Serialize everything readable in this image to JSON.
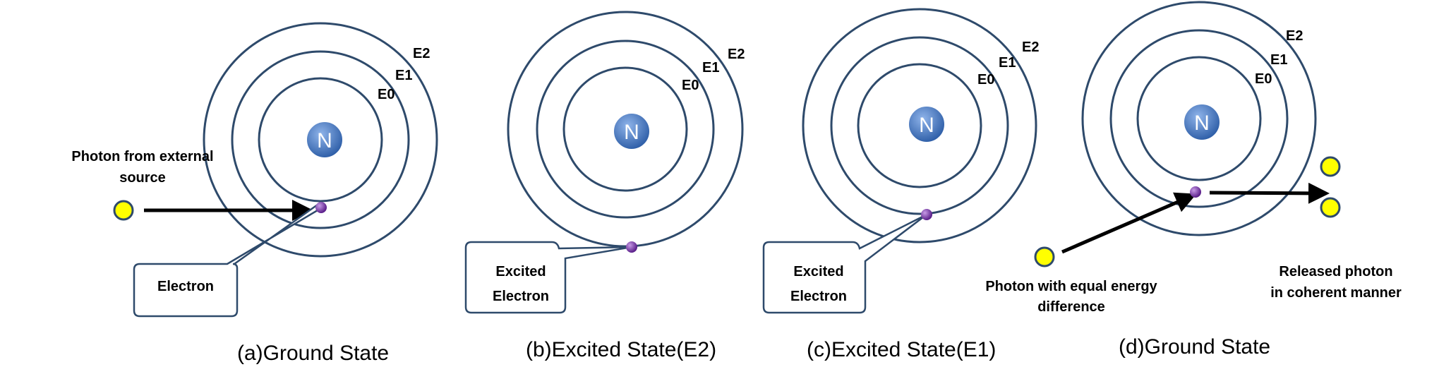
{
  "colors": {
    "orbit": "#2e4a6b",
    "nucleus": "#3d73c4",
    "photon_fill": "#ffff00",
    "photon_stroke": "#2e4a6b",
    "electron": "#6a2c9a",
    "arrow": "#000000",
    "callout_stroke": "#2e4a6b"
  },
  "panels": [
    {
      "caption": "(a)Ground State",
      "nucleus_label": "N",
      "level_labels": [
        "E0",
        "E1",
        "E2"
      ],
      "photon_label": [
        "Photon from external",
        "source"
      ],
      "callout": [
        "Electron"
      ]
    },
    {
      "caption": "(b)Excited State(E2)",
      "nucleus_label": "N",
      "level_labels": [
        "E0",
        "E1",
        "E2"
      ],
      "callout": [
        "Excited",
        "Electron"
      ]
    },
    {
      "caption": "(c)Excited State(E1)",
      "nucleus_label": "N",
      "level_labels": [
        "E0",
        "E1",
        "E2"
      ],
      "callout": [
        "Excited",
        "Electron"
      ]
    },
    {
      "caption": "(d)Ground State",
      "nucleus_label": "N",
      "level_labels": [
        "E0",
        "E1",
        "E2"
      ],
      "photon_label": [
        "Photon with equal energy",
        "difference"
      ],
      "released_label": [
        "Released photon",
        "in coherent manner"
      ]
    }
  ]
}
